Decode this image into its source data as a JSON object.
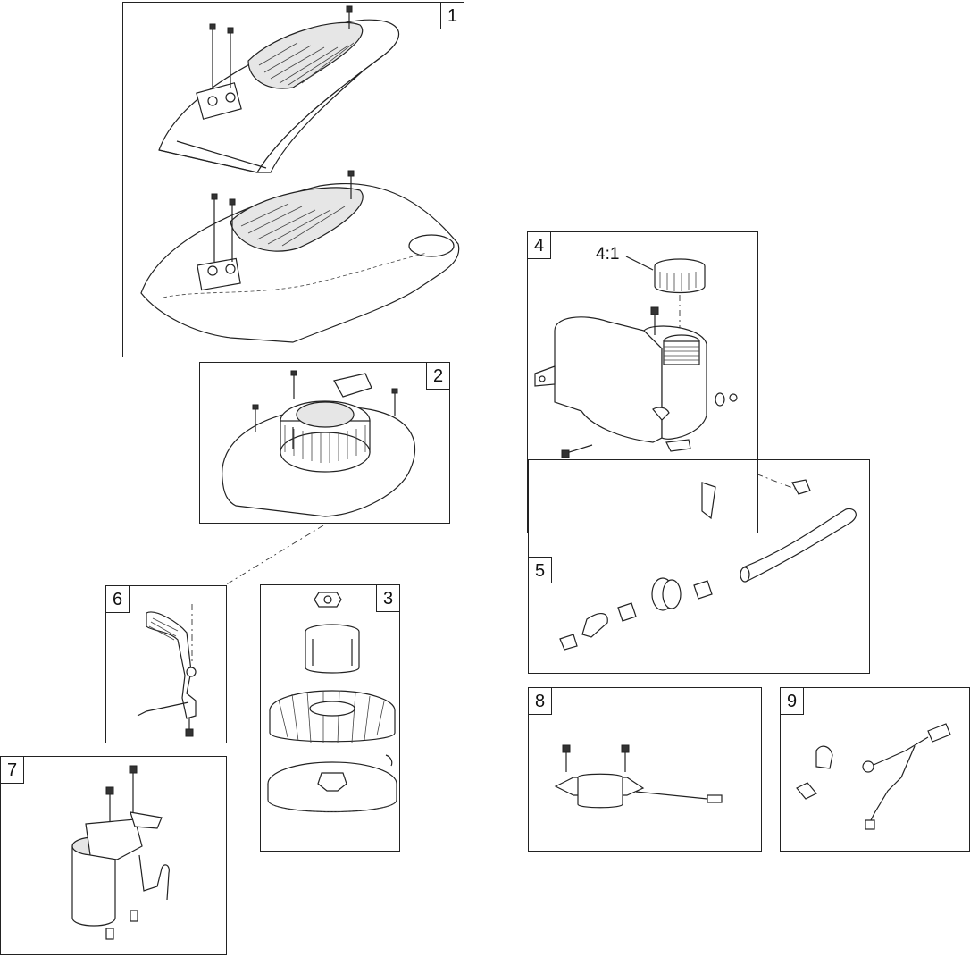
{
  "diagram": {
    "panels": [
      {
        "id": "p1",
        "label": "1"
      },
      {
        "id": "p2",
        "label": "2"
      },
      {
        "id": "p3",
        "label": "3"
      },
      {
        "id": "p4",
        "label": "4"
      },
      {
        "id": "p5",
        "label": "5"
      },
      {
        "id": "p6",
        "label": "6"
      },
      {
        "id": "p7",
        "label": "7"
      },
      {
        "id": "p8",
        "label": "8"
      },
      {
        "id": "p9",
        "label": "9"
      }
    ],
    "callouts": {
      "fuel_cap": "4:1"
    }
  }
}
